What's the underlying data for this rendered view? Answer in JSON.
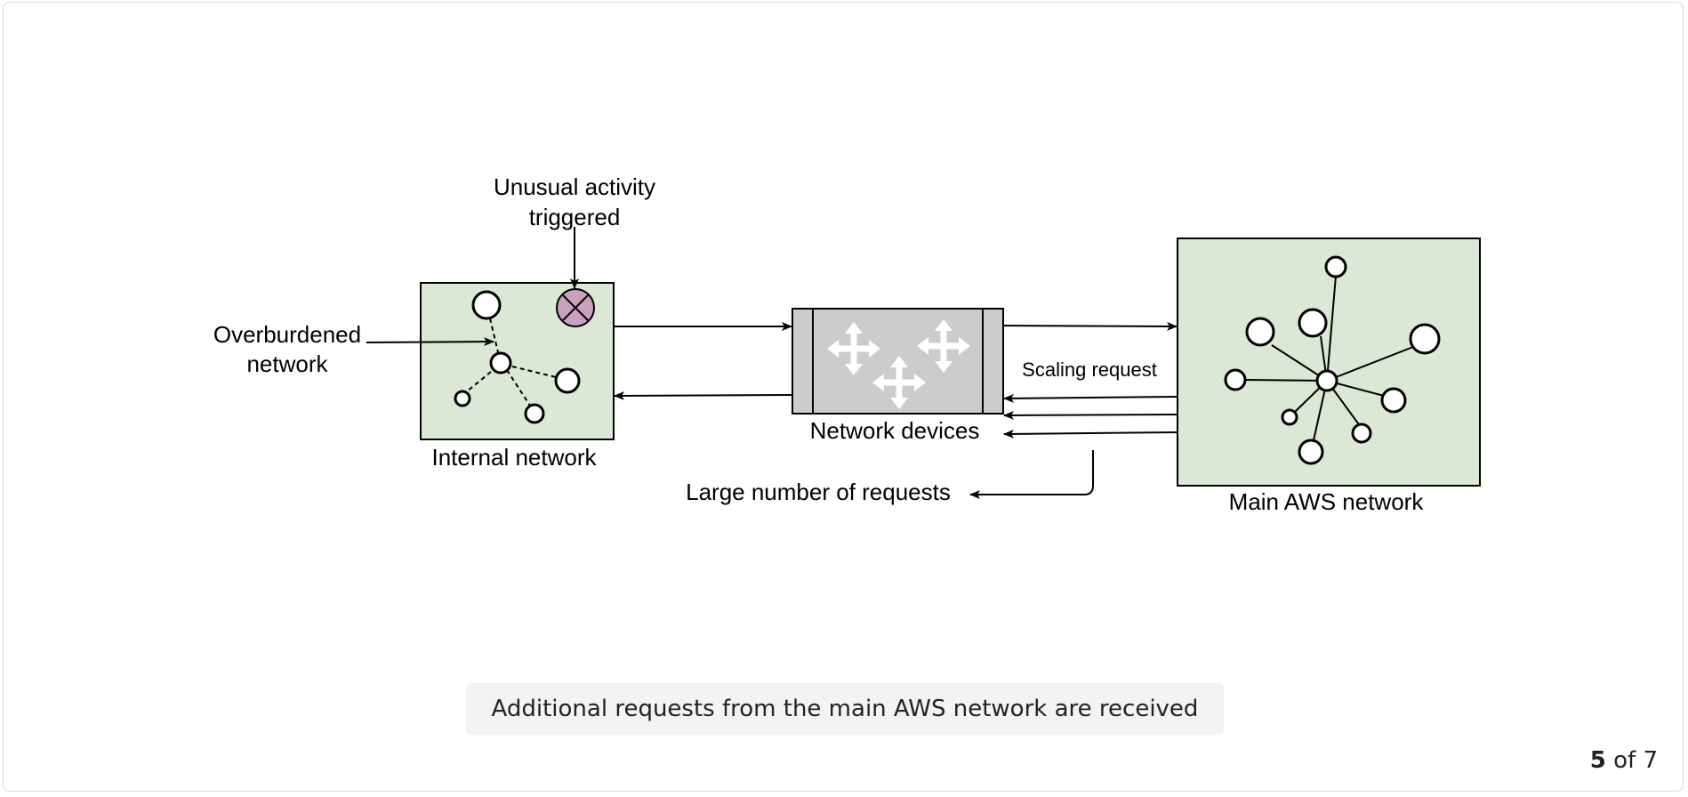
{
  "labels": {
    "unusual_activity_line1": "Unusual activity",
    "unusual_activity_line2": "triggered",
    "overburdened_line1": "Overburdened",
    "overburdened_line2": "network",
    "internal_network": "Internal network",
    "network_devices": "Network devices",
    "scaling_request": "Scaling request",
    "large_number_of_requests": "Large number of requests",
    "main_aws_network": "Main AWS network"
  },
  "caption": "Additional requests from the main AWS network are received",
  "pager": {
    "current": "5",
    "separator": "of",
    "total": "7"
  },
  "colors": {
    "network_box_fill": "#dae8d5",
    "device_fill": "#cccccc",
    "alert_fill": "#c9a1bf",
    "caption_background": "#f3f3f3"
  },
  "icons": {
    "alert": "x-circle-icon",
    "router": "move-arrows-icon"
  }
}
